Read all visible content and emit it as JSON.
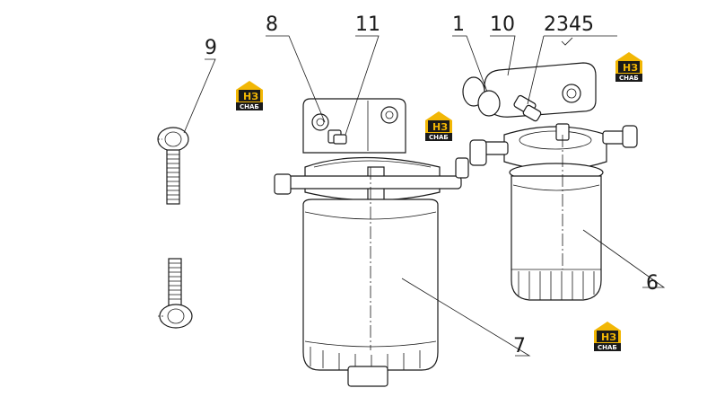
{
  "callouts": {
    "c1": "1",
    "c10": "10",
    "c2345": "2345",
    "c8": "8",
    "c11": "11",
    "c9": "9",
    "c6": "6",
    "c7": "7"
  },
  "logo": {
    "mark": "НЗ",
    "word": "СНАБ",
    "color_roof": "#f2b705",
    "color_badge": "#1a1a1a"
  }
}
